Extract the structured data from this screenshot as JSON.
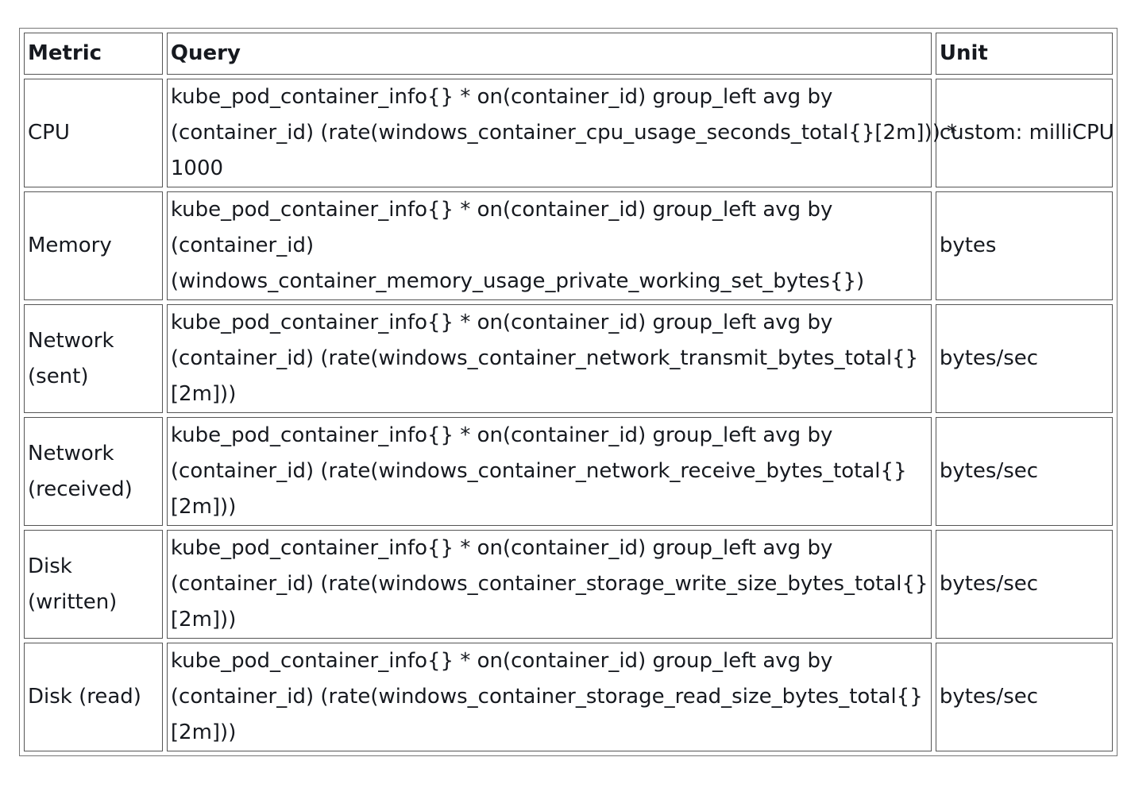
{
  "table": {
    "headers": [
      "Metric",
      "Query",
      "Unit"
    ],
    "rows": [
      {
        "metric": "CPU",
        "query_lines": [
          "kube_pod_container_info{} * on(container_id) group_left avg by",
          "(container_id) (rate(windows_container_cpu_usage_seconds_total{}[2m])) *",
          "1000"
        ],
        "unit": "custom: milliCPU"
      },
      {
        "metric": "Memory",
        "query_lines": [
          "kube_pod_container_info{} * on(container_id) group_left avg by",
          "(container_id)",
          "(windows_container_memory_usage_private_working_set_bytes{})"
        ],
        "unit": "bytes"
      },
      {
        "metric": "Network (sent)",
        "query_lines": [
          "kube_pod_container_info{} * on(container_id) group_left avg by",
          "(container_id) (rate(windows_container_network_transmit_bytes_total{}",
          "[2m]))"
        ],
        "unit": "bytes/sec"
      },
      {
        "metric": "Network (received)",
        "query_lines": [
          "kube_pod_container_info{} * on(container_id) group_left avg by",
          "(container_id) (rate(windows_container_network_receive_bytes_total{}",
          "[2m]))"
        ],
        "unit": "bytes/sec"
      },
      {
        "metric": "Disk (written)",
        "query_lines": [
          "kube_pod_container_info{} * on(container_id) group_left avg by",
          "(container_id) (rate(windows_container_storage_write_size_bytes_total{}",
          "[2m]))"
        ],
        "unit": "bytes/sec"
      },
      {
        "metric": "Disk (read)",
        "query_lines": [
          "kube_pod_container_info{} * on(container_id) group_left avg by",
          "(container_id) (rate(windows_container_storage_read_size_bytes_total{}",
          "[2m]))"
        ],
        "unit": "bytes/sec"
      }
    ]
  }
}
